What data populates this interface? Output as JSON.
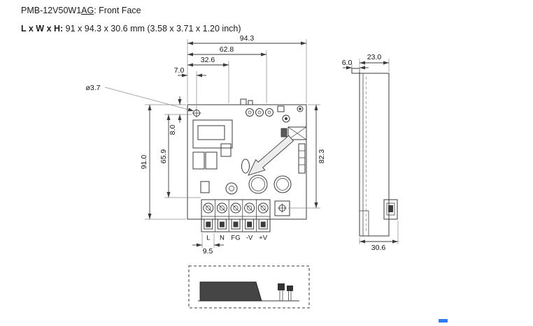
{
  "header": {
    "model_prefix": "PMB-12V50W1",
    "model_underlined": "AG",
    "model_suffix": ": Front Face",
    "dims_label": "L x W x H:",
    "dims_value": " 91 x 94.3 x 30.6 mm (3.58 x 3.71 x 1.20 inch)"
  },
  "front_view": {
    "dim_overall_width": "94.3",
    "dim_width_inner": "62.8",
    "dim_width_inner2": "32.6",
    "dim_hole_offset_x": "7.0",
    "dim_hole_diameter": "ø3.7",
    "dim_hole_offset_y": "8.0",
    "dim_height_inner": "65.9",
    "dim_overall_height": "91.0",
    "dim_right_height": "82.3",
    "dim_terminal_offset": "9.5",
    "terminals": [
      "L",
      "N",
      "FG",
      "-V",
      "+V"
    ]
  },
  "side_view": {
    "dim_offset": "6.0",
    "dim_depth_body": "23.0",
    "dim_overall_depth": "30.6"
  }
}
